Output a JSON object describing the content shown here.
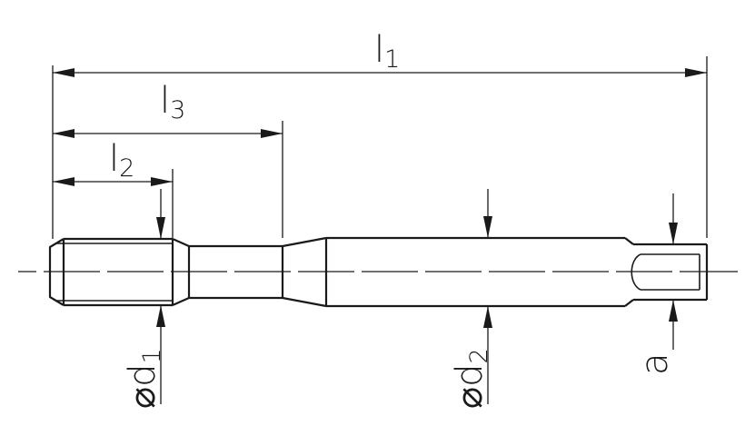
{
  "dimensions": {
    "l1": {
      "symbol": "l",
      "index": "1"
    },
    "l2": {
      "symbol": "l",
      "index": "2"
    },
    "l3": {
      "symbol": "l",
      "index": "3"
    },
    "d1": {
      "symbol": "⌀d",
      "index": "1"
    },
    "d2": {
      "symbol": "⌀d",
      "index": "2"
    },
    "a": {
      "symbol": "a"
    }
  },
  "colors": {
    "line": "#1a1a1a",
    "background": "#ffffff"
  }
}
